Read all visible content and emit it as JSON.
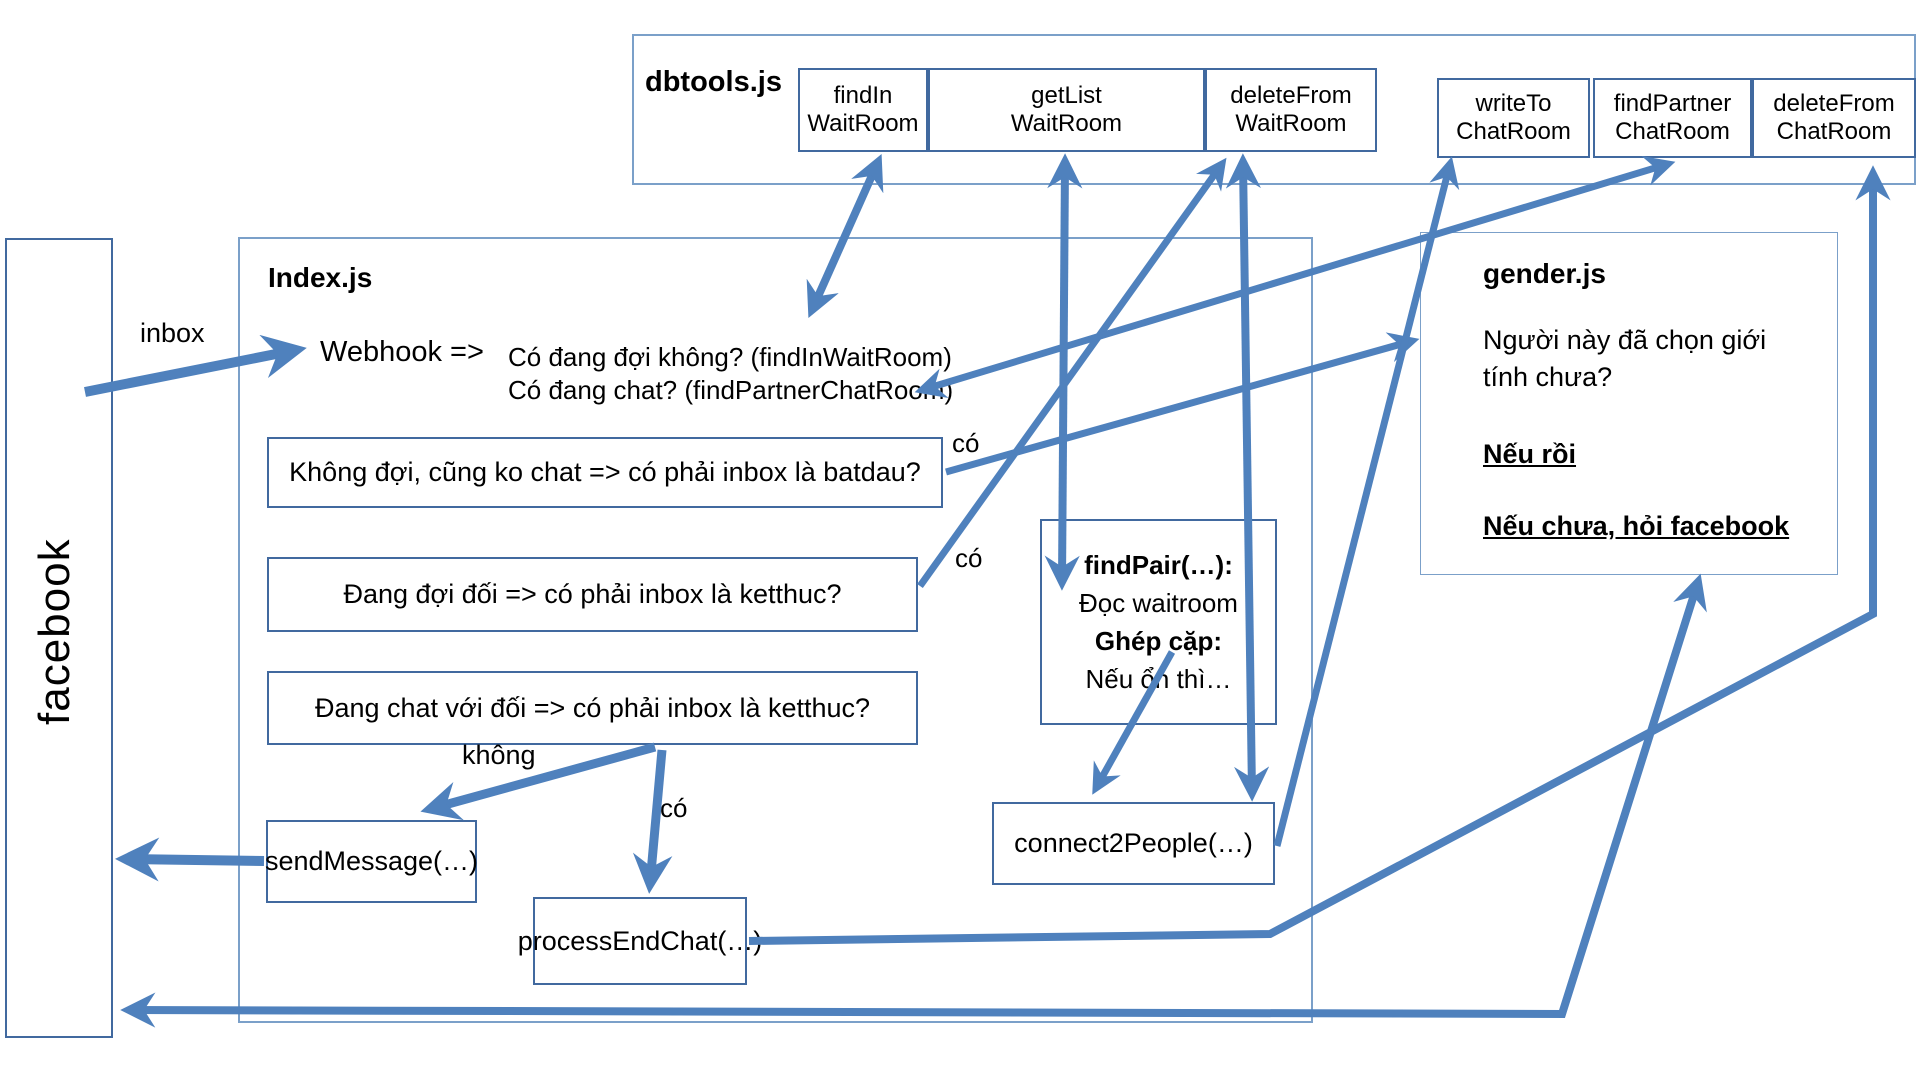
{
  "facebook": {
    "label": "facebook"
  },
  "dbtools": {
    "title": "dbtools.js",
    "methods": [
      {
        "line1": "findIn",
        "line2": "WaitRoom"
      },
      {
        "line1": "getList",
        "line2": "WaitRoom"
      },
      {
        "line1": "deleteFrom",
        "line2": "WaitRoom"
      },
      {
        "line1": "writeTo",
        "line2": "ChatRoom"
      },
      {
        "line1": "findPartner",
        "line2": "ChatRoom"
      },
      {
        "line1": "deleteFrom",
        "line2": "ChatRoom"
      }
    ]
  },
  "index": {
    "title": "Index.js",
    "webhook": "Webhook =>",
    "check_wait": "Có đang đợi không? (findInWaitRoom)",
    "check_chat": "Có đang chat? (findPartnerChatRoom)",
    "box_batdau": "Không đợi, cũng ko chat => có phải inbox là batdau?",
    "box_doi": "Đang đợi đối => có phải inbox là ketthuc?",
    "box_chat": "Đang chat với đối => có phải inbox là ketthuc?",
    "send_message": "sendMessage(…)",
    "process_end_chat": "processEndChat(…)",
    "connect2people": "connect2People(…)",
    "findpair": {
      "title": "findPair(…):",
      "line1": "Đọc waitroom",
      "line2": "Ghép cặp:",
      "line3": "Nếu ổn thì…"
    }
  },
  "gender": {
    "title": "gender.js",
    "question": "Người này đã chọn giới tính chưa?",
    "if_yes": "Nếu rồi",
    "if_no": "Nếu chưa, hỏi facebook"
  },
  "edge_labels": {
    "inbox": "inbox",
    "co_batdau": "có",
    "co_doi": "có",
    "co_chat": "có",
    "khong": "không"
  },
  "colors": {
    "arrow": "#4F81BD",
    "box_border": "#41699F",
    "container_border": "#7BA0C9"
  }
}
